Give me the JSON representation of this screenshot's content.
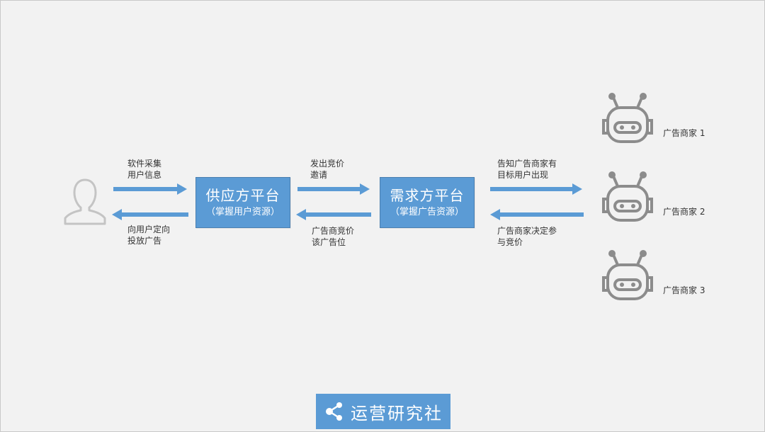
{
  "user": {
    "icon": "person-icon"
  },
  "supply": {
    "title": "供应方平台",
    "subtitle": "（掌握用户资源）"
  },
  "demand": {
    "title": "需求方平台",
    "subtitle": "（掌握广告资源）"
  },
  "labels": {
    "user_to_supply": "软件采集\n用户信息",
    "supply_to_user": "向用户定向\n投放广告",
    "supply_to_demand": "发出竞价\n邀请",
    "demand_to_supply": "广告商竞价\n该广告位",
    "demand_to_merchants": "告知广告商家有\n目标用户出现",
    "merchants_to_demand": "广告商家决定参\n与竞价"
  },
  "merchants": [
    {
      "label": "广告商家 1",
      "icon": "robot-icon"
    },
    {
      "label": "广告商家 2",
      "icon": "robot-icon"
    },
    {
      "label": "广告商家 3",
      "icon": "robot-icon"
    }
  ],
  "logo": {
    "text": "运营研究社",
    "icon": "share-icon"
  },
  "colors": {
    "accent": "#5b9bd5",
    "icon_gray": "#8c8c8c",
    "background": "#f2f2f2"
  }
}
